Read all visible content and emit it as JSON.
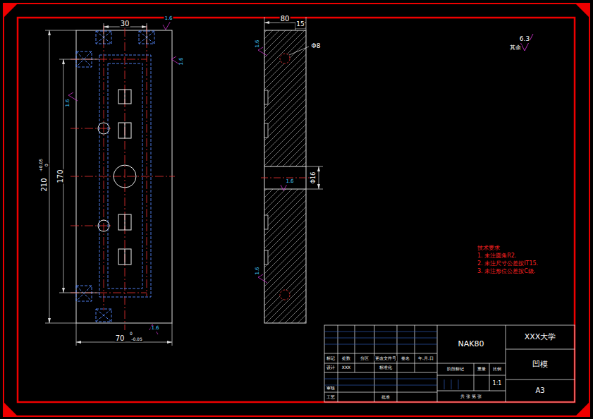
{
  "diagram": {
    "labels": [
      "30",
      "1.6",
      "1.6",
      "1.6",
      "210",
      "+0.05",
      "0",
      "170",
      "70",
      "-0.05",
      "0",
      "1.6",
      "80",
      "15",
      "1.6",
      "Φ8",
      "Φ16",
      "1.6",
      "1.6",
      "6.3",
      "其余",
      "技术要求",
      "1. 未注圆角R2.",
      "2. 未注尺寸公差按IT15.",
      "3. 未注形位公差按C级.",
      "NAK80",
      "XXX大学",
      "凹模",
      "A3",
      "1:1",
      "标记",
      "处数",
      "分区",
      "更改文件号",
      "签名",
      "年.月.日",
      "设计",
      "XXX",
      "标准化",
      "阶段标记",
      "重量",
      "比例",
      "审核",
      "工艺",
      "批准",
      "共 张 第 张"
    ]
  }
}
